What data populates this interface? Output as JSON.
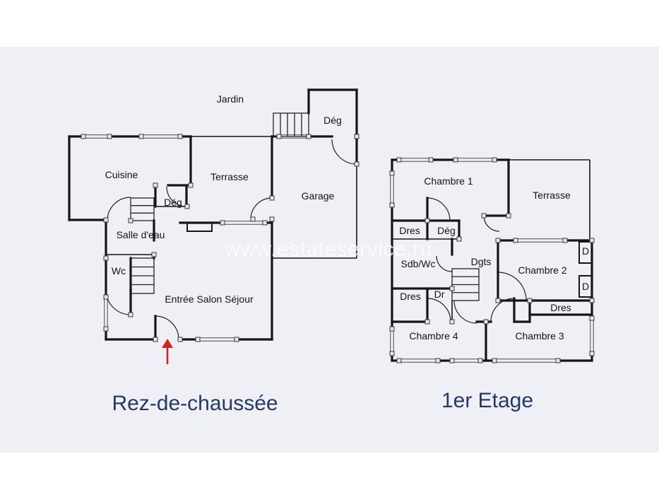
{
  "colors": {
    "panel": "#eef0f5",
    "wall": "#151515",
    "caption": "#26386a",
    "arrow": "#d32222"
  },
  "icons": {
    "entrance": "arrow-up-icon"
  },
  "watermark": "www.estateservice.ru",
  "ground_floor": {
    "caption": "Rez-de-chaussée",
    "labels": {
      "jardin": "Jardin",
      "deg_upper": "Dég",
      "cuisine": "Cuisine",
      "terrasse": "Terrasse",
      "garage": "Garage",
      "deg": "Dég",
      "salle_deau": "Salle d'eau",
      "wc": "Wc",
      "entree_salon_sejour": "Entrée Salon Séjour"
    }
  },
  "first_floor": {
    "caption": "1er Etage",
    "labels": {
      "chambre_1": "Chambre 1",
      "terrasse": "Terrasse",
      "dres_1": "Dres",
      "deg": "Dég",
      "sdb_wc": "Sdb/Wc",
      "dgts": "Dgts",
      "chambre_2": "Chambre 2",
      "d_1": "D",
      "d_2": "D",
      "dres_2": "Dres",
      "dr": "Dr",
      "dres_3": "Dres",
      "chambre_4": "Chambre 4",
      "chambre_3": "Chambre 3"
    }
  }
}
